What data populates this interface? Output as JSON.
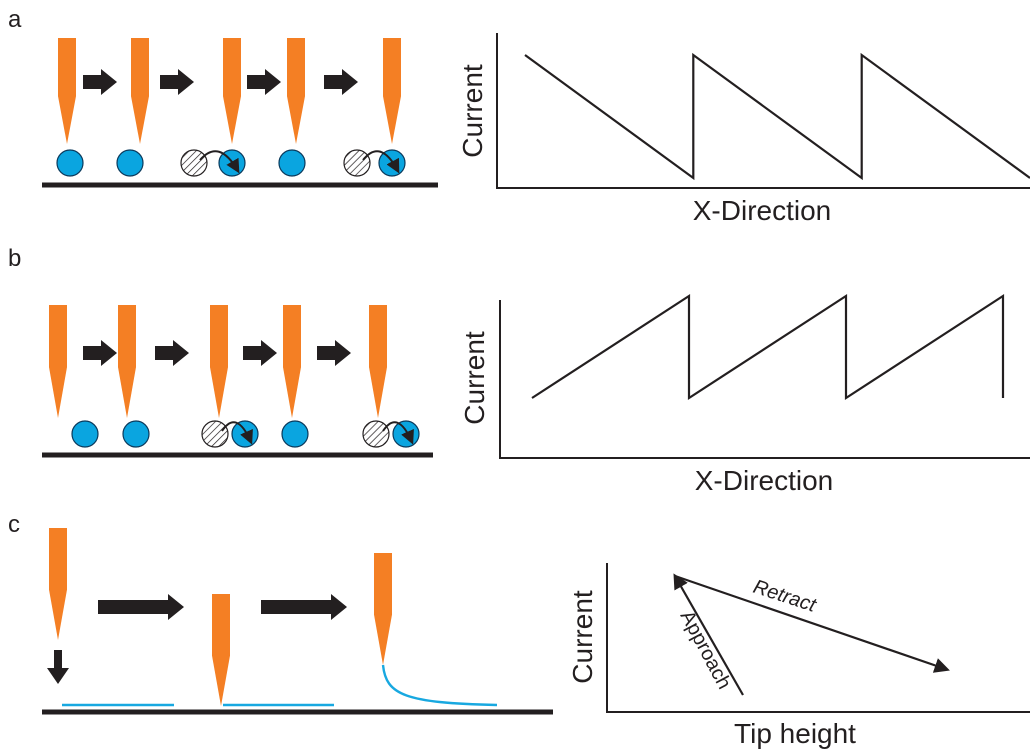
{
  "colors": {
    "tip": "#f47f24",
    "atom": "#0aa5e0",
    "atom_outline": "#0b3a5c",
    "line": "#231f20",
    "film": "#18a8e0",
    "hatch_atom": "#ffffff"
  },
  "panels": {
    "a": {
      "label": "a",
      "ylabel": "Current",
      "xlabel": "X-Direction"
    },
    "b": {
      "label": "b",
      "ylabel": "Current",
      "xlabel": "X-Direction"
    },
    "c": {
      "label": "c",
      "ylabel": "Current",
      "xlabel": "Tip height",
      "retract_label": "Retract",
      "approach_label": "Approach"
    }
  },
  "chart_data": [
    {
      "type": "line",
      "panel": "a",
      "xlabel": "X-Direction",
      "ylabel": "Current",
      "x": [
        0,
        1,
        1,
        2,
        2,
        3
      ],
      "y": [
        0.9,
        0.1,
        0.9,
        0.1,
        0.9,
        0.1
      ],
      "grid": false
    },
    {
      "type": "line",
      "panel": "b",
      "xlabel": "X-Direction",
      "ylabel": "Current",
      "x": [
        0,
        1,
        1,
        2,
        2,
        3,
        3
      ],
      "y": [
        0.2,
        0.9,
        0.2,
        0.9,
        0.2,
        0.9,
        0.2
      ],
      "grid": false
    },
    {
      "type": "line",
      "panel": "c",
      "xlabel": "Tip height",
      "ylabel": "Current",
      "series": [
        {
          "name": "Approach",
          "x": [
            0.4,
            0.2
          ],
          "y": [
            0.1,
            0.8
          ]
        },
        {
          "name": "Retract",
          "x": [
            0.2,
            1.0
          ],
          "y": [
            0.8,
            0.25
          ]
        }
      ],
      "grid": false
    }
  ]
}
